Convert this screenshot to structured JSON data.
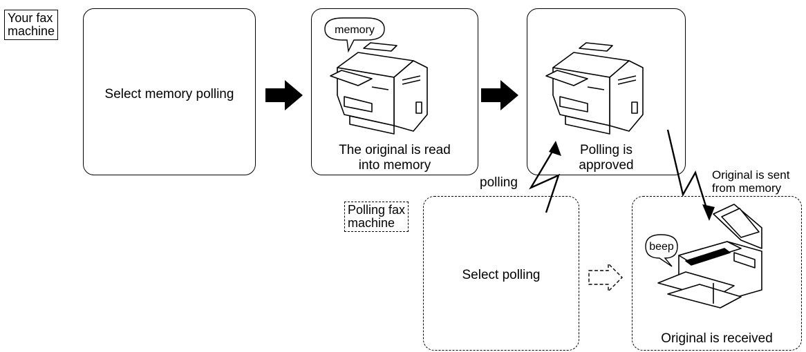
{
  "your_fax_machine_tag": [
    "Your fax",
    "machine"
  ],
  "polling_fax_machine_tag": [
    "Polling fax",
    "machine"
  ],
  "step_select_memory_polling": "Select memory polling",
  "step_read_into_memory": [
    "The original is read",
    "into memory"
  ],
  "step_polling_approved": [
    "Polling is",
    "approved"
  ],
  "step_select_polling": "Select polling",
  "step_original_received": "Original is received",
  "memory_bubble": "memory",
  "beep_bubble": "beep",
  "polling_signal_label": "polling",
  "sent_from_memory_label": [
    "Original is sent",
    "from memory"
  ],
  "icons": [
    "copier-icon",
    "copier-icon",
    "fax-machine-icon",
    "arrow-right-icon",
    "dashed-arrow-right-icon",
    "lightning-signal-icon"
  ]
}
